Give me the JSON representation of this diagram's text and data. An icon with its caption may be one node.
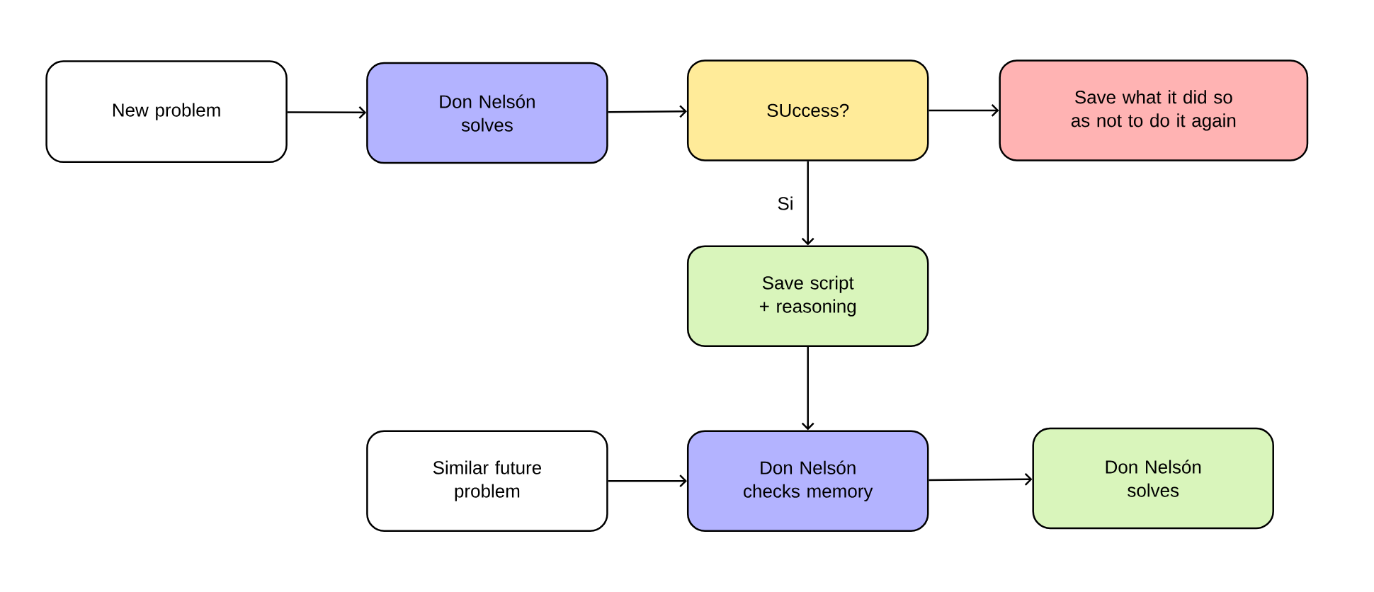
{
  "diagram": {
    "nodes": [
      {
        "text": [
          "New problem"
        ]
      },
      {
        "text": [
          "Don Nelsón solves"
        ]
      },
      {
        "text": [
          "SUccess?"
        ]
      },
      {
        "text": [
          "Save what it did so as not to do it again"
        ]
      },
      {
        "text": [
          "Save script + reasoning"
        ]
      },
      {
        "text": [
          "Similar future problem"
        ]
      },
      {
        "text": [
          "Don Nelsón checks memory"
        ]
      },
      {
        "text": [
          "Don Nelsón solves"
        ]
      }
    ],
    "edges": [
      {
        "from": 0,
        "to": 1,
        "arrow": "to"
      },
      {
        "from": 1,
        "to": 2,
        "arrow": "to"
      },
      {
        "from": 2,
        "to": 3,
        "arrow": "to"
      },
      {
        "from": 2,
        "to": 4,
        "arrow": "to",
        "label": "Si"
      },
      {
        "from": 4,
        "to": 6,
        "arrow": "to"
      },
      {
        "from": 5,
        "to": 6,
        "arrow": "to"
      },
      {
        "from": 6,
        "to": 7,
        "arrow": "to"
      }
    ]
  }
}
